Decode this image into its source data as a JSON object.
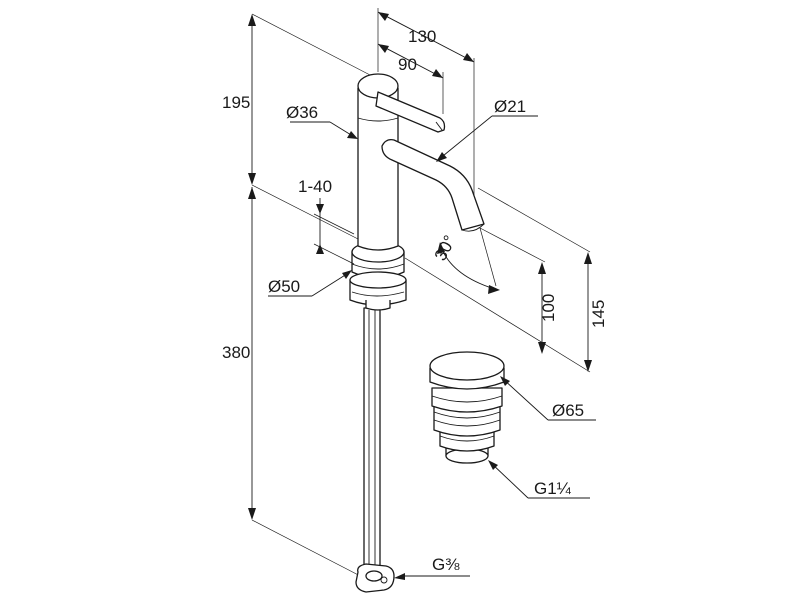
{
  "dimensions": {
    "height_top": "195",
    "height_bottom": "380",
    "width_outer": "130",
    "width_lever": "90",
    "body_diameter": "Ø36",
    "spout_diameter": "Ø21",
    "clamp_thickness": "1-40",
    "base_diameter": "Ø50",
    "spout_angle": "30°",
    "outlet_height": "100",
    "spout_height": "145",
    "waste_diameter": "Ø65",
    "waste_thread": "G1¼",
    "supply_thread": "G⅜"
  }
}
